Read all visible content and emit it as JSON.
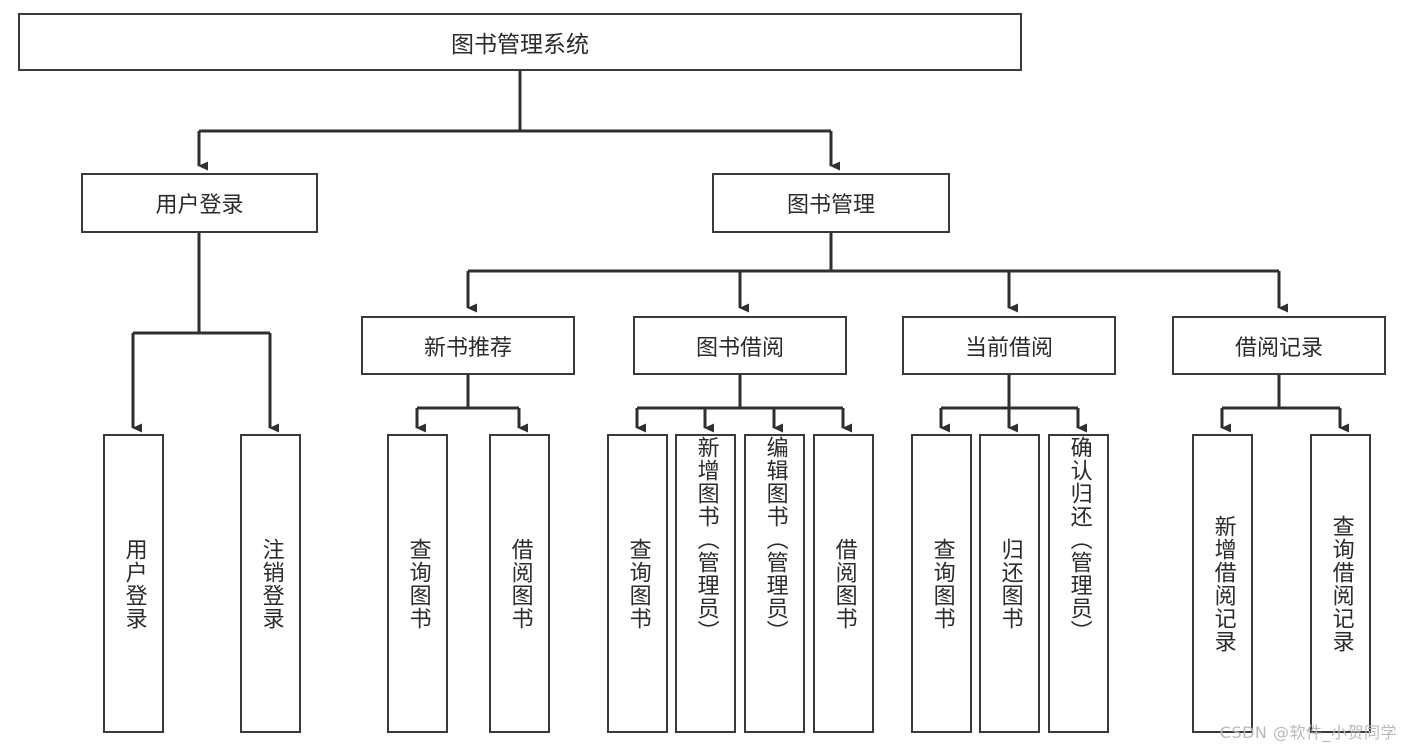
{
  "diagram": {
    "title": "图书管理系统",
    "type": "tree-hierarchy-diagram",
    "colors": {
      "background": "#ffffff",
      "node_border": "#3a3a3a",
      "node_fill": "#ffffff",
      "text": "#2b2b2b",
      "edge": "#2f2f2f",
      "watermark": "#b9b9b9"
    },
    "root": {
      "label": "图书管理系统"
    },
    "level2": [
      {
        "label": "用户登录"
      },
      {
        "label": "图书管理"
      }
    ],
    "level3": [
      {
        "label": "新书推荐"
      },
      {
        "label": "图书借阅"
      },
      {
        "label": "当前借阅"
      },
      {
        "label": "借阅记录"
      }
    ],
    "leaves": {
      "user_login": [
        {
          "label": "用户登录"
        },
        {
          "label": "注销登录"
        }
      ],
      "new_book_recommend": [
        {
          "label": "查询图书"
        },
        {
          "label": "借阅图书"
        }
      ],
      "book_borrow": [
        {
          "label": "查询图书"
        },
        {
          "label": "新增图书（管理员）"
        },
        {
          "label": "编辑图书（管理员）"
        },
        {
          "label": "借阅图书"
        }
      ],
      "current_borrow": [
        {
          "label": "查询图书"
        },
        {
          "label": "归还图书"
        },
        {
          "label": "确认归还（管理员）"
        }
      ],
      "borrow_record": [
        {
          "label": "新增借阅记录"
        },
        {
          "label": "查询借阅记录"
        }
      ]
    }
  },
  "watermark": {
    "text": "CSDN @软件_小贺同学"
  }
}
